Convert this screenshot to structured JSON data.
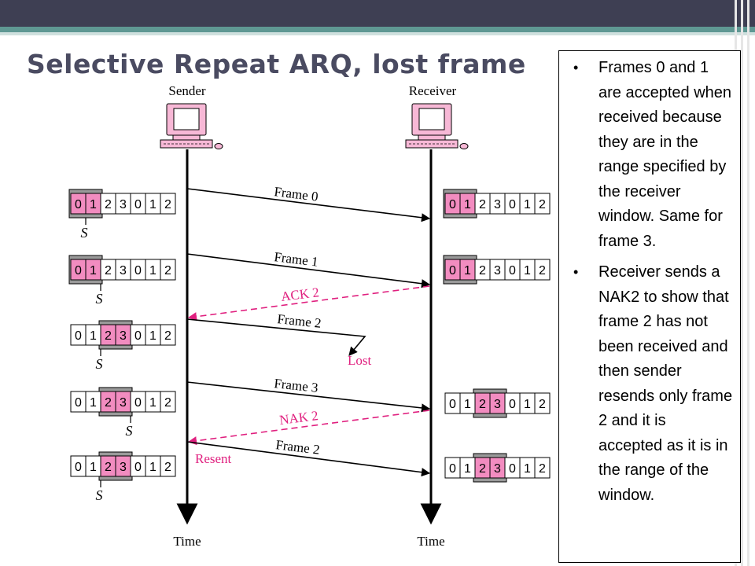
{
  "slide": {
    "title": "Selective Repeat ARQ, lost frame"
  },
  "diagram": {
    "sender_label": "Sender",
    "receiver_label": "Receiver",
    "time_label": "Time",
    "sequence_numbers": [
      "0",
      "1",
      "2",
      "3",
      "0",
      "1",
      "2"
    ],
    "pointer_label": "S",
    "sender_windows": [
      {
        "window": [
          "0",
          "1"
        ],
        "pointer_after": "1"
      },
      {
        "window": [
          "0",
          "1"
        ],
        "pointer_after": "2"
      },
      {
        "window": [
          "2",
          "3"
        ],
        "pointer_after": "2"
      },
      {
        "window": [
          "2",
          "3"
        ],
        "pointer_after": "4"
      },
      {
        "window": [
          "2",
          "3"
        ],
        "pointer_after": "2"
      }
    ],
    "receiver_windows": [
      {
        "window": [
          "0",
          "1"
        ]
      },
      {
        "window": [
          "0",
          "1"
        ]
      },
      {
        "window": [
          "2",
          "3"
        ]
      },
      {
        "window": [
          "2",
          "3"
        ]
      }
    ],
    "messages": [
      {
        "label": "Frame 0",
        "kind": "frame"
      },
      {
        "label": "Frame 1",
        "kind": "frame"
      },
      {
        "label": "ACK 2",
        "kind": "control"
      },
      {
        "label": "Frame 2",
        "kind": "frame",
        "note": "Lost"
      },
      {
        "label": "Frame 3",
        "kind": "frame"
      },
      {
        "label": "NAK 2",
        "kind": "control"
      },
      {
        "label": "Frame 2",
        "kind": "frame",
        "note": "Resent"
      }
    ],
    "colors": {
      "control": "#e0207f",
      "window_fill": "#f28cc0",
      "window_frame": "#9a9a9a",
      "computer_body": "#f7b8d6"
    }
  },
  "notes": {
    "bullets": [
      "Frames 0 and 1 are accepted when received because they are in the range specified by the receiver window. Same for frame 3.",
      "Receiver sends a NAK2 to show that frame 2 has not been received and then sender resends only frame 2 and it is accepted as it is in the range of the window."
    ]
  }
}
